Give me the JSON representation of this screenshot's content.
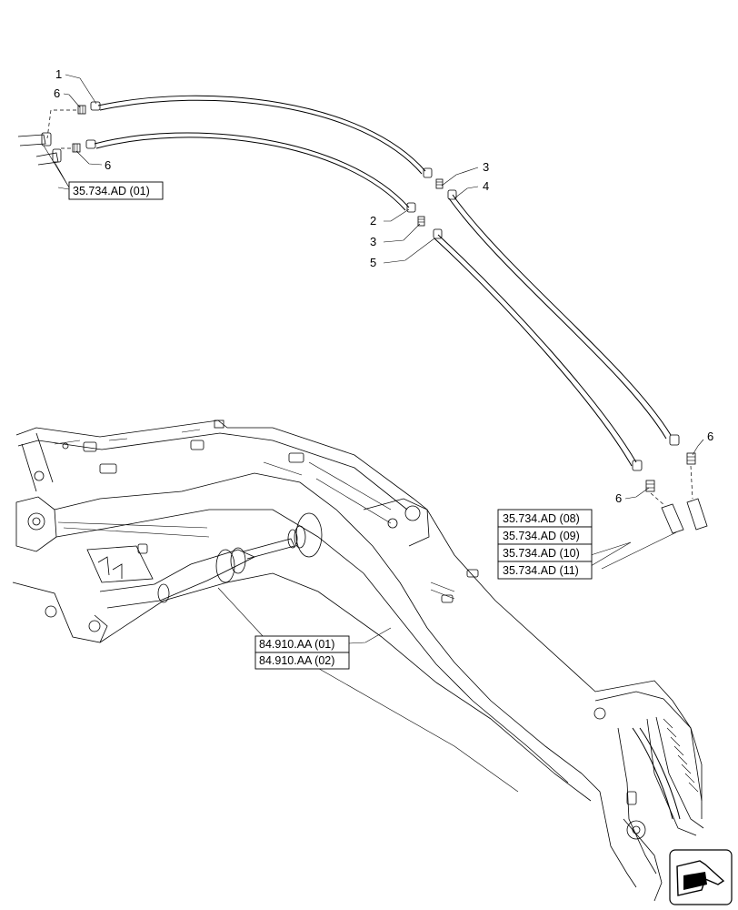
{
  "callouts": {
    "c1": "1",
    "c2": "2",
    "c3a": "3",
    "c3b": "3",
    "c4": "4",
    "c5": "5",
    "c6a": "6",
    "c6b": "6",
    "c6c": "6",
    "c6d": "6"
  },
  "references": {
    "ref_top": "35.734.AD (01)",
    "ref_right": [
      "35.734.AD (08)",
      "35.734.AD (09)",
      "35.734.AD (10)",
      "35.734.AD (11)"
    ],
    "ref_boom": [
      "84.910.AA (01)",
      "84.910.AA (02)"
    ]
  },
  "nav_icon": "navigation-arrow-icon"
}
